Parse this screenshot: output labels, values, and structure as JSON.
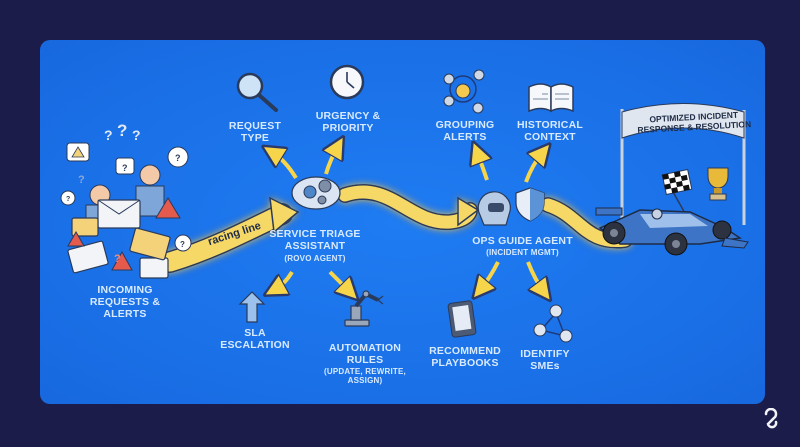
{
  "diagram": {
    "stages": [
      {
        "id": "incoming",
        "label": "INCOMING\nREQUESTS &\nALERTS",
        "icon": "people-with-emails-icon"
      },
      {
        "id": "triage",
        "label": "SERVICE TRIAGE\nASSISTANT",
        "sublabel": "(ROVO AGENT)",
        "icon": "brain-gears-icon"
      },
      {
        "id": "ops",
        "label": "OPS GUIDE AGENT",
        "sublabel": "(INCIDENT MGMT)",
        "icon": "helmet-shield-icon"
      },
      {
        "id": "finish",
        "label": "OPTIMIZED INCIDENT\nRESPONSE & RESOLUTION",
        "icon": "race-car-finish-icon"
      }
    ],
    "path_label": "racing line",
    "triage_outputs": [
      {
        "label": "REQUEST\nTYPE",
        "icon": "magnifier-icon"
      },
      {
        "label": "URGENCY &\nPRIORITY",
        "icon": "clock-icon"
      },
      {
        "label": "SLA\nESCALATION",
        "icon": "up-arrow-icon"
      },
      {
        "label": "AUTOMATION\nRULES",
        "sublabel": "(UPDATE, REWRITE,\nASSIGN)",
        "icon": "robot-arm-icon"
      }
    ],
    "ops_outputs": [
      {
        "label": "GROUPING\nALERTS",
        "icon": "alert-network-icon"
      },
      {
        "label": "HISTORICAL\nCONTEXT",
        "icon": "open-book-icon"
      },
      {
        "label": "RECOMMEND\nPLAYBOOKS",
        "icon": "tablet-document-icon"
      },
      {
        "label": "IDENTIFY\nSMEs",
        "icon": "people-network-icon"
      }
    ]
  },
  "colors": {
    "frame": "#1b1c4a",
    "panel": "#1a73ec",
    "path": "#f6d866",
    "label": "#d8eaff",
    "arrow": "#f7d54a"
  }
}
